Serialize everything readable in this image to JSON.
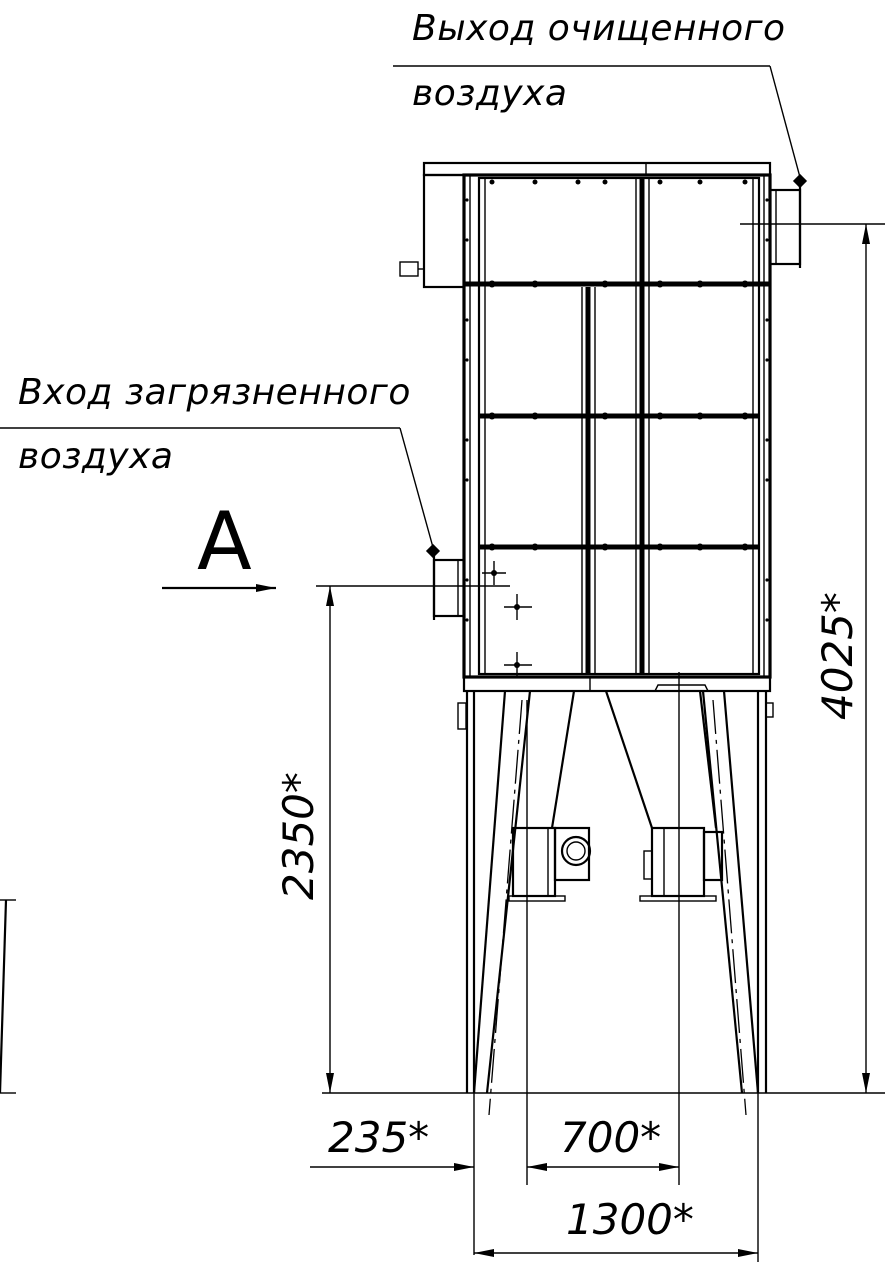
{
  "annotations": {
    "outlet_line1": "Выход очищенного",
    "outlet_line2": "воздуха",
    "inlet_line1": "Вход загрязненного",
    "inlet_line2": "воздуха",
    "view_marker": "А"
  },
  "dimensions": {
    "total_height": "4025*",
    "inlet_height": "2350*",
    "left_offset": "235*",
    "center_span": "700*",
    "base_width": "1300*"
  }
}
